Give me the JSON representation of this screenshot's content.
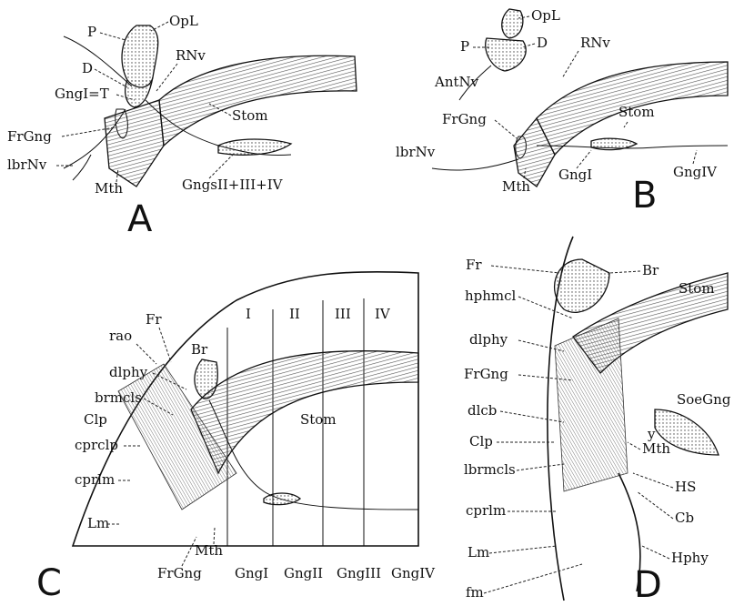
{
  "panels": {
    "A": {
      "caption": "A",
      "labels": {
        "OpL": "OpL",
        "P": "P",
        "RNv": "RNv",
        "D": "D",
        "GngI_T": "GngI=T",
        "Stom": "Stom",
        "FrGng": "FrGng",
        "lbrNv": "lbrNv",
        "GngsII_III_IV": "GngsII+III+IV",
        "Mth": "Mth"
      }
    },
    "B": {
      "caption": "B",
      "labels": {
        "OpL": "OpL",
        "P": "P",
        "D": "D",
        "RNv": "RNv",
        "AntNv": "AntNv",
        "Stom": "Stom",
        "FrGng": "FrGng",
        "lbrNv": "lbrNv",
        "GngI": "GngI",
        "GngIV": "GngIV",
        "Mth": "Mth"
      }
    },
    "C": {
      "caption": "C",
      "labels": {
        "rao": "rao",
        "Fr": "Fr",
        "Br": "Br",
        "I": "I",
        "II": "II",
        "III": "III",
        "IV": "IV",
        "dlphy": "dlphy",
        "brmcls": "brmcls",
        "Clp": "Clp",
        "cprclp": "cprclp",
        "Stom": "Stom",
        "cprlm": "cprlm",
        "Lm": "Lm",
        "Mth": "Mth",
        "FrGng": "FrGng",
        "GngI": "GngI",
        "GngII": "GngII",
        "GngIII": "GngIII",
        "GngIV": "GngIV"
      }
    },
    "D": {
      "caption": "D",
      "labels": {
        "Br": "Br",
        "Fr": "Fr",
        "Stom": "Stom",
        "hphmcl": "hphmcl",
        "dlphy": "dlphy",
        "FrGng": "FrGng",
        "SoeGng": "SoeGng",
        "dlcb": "dlcb",
        "y": "y",
        "Clp": "Clp",
        "Mth": "Mth",
        "lbrmcls": "lbrmcls",
        "HS": "HS",
        "cprlm": "cprlm",
        "Cb": "Cb",
        "Lm": "Lm",
        "Hphy": "Hphy",
        "fm": "fm"
      }
    }
  }
}
